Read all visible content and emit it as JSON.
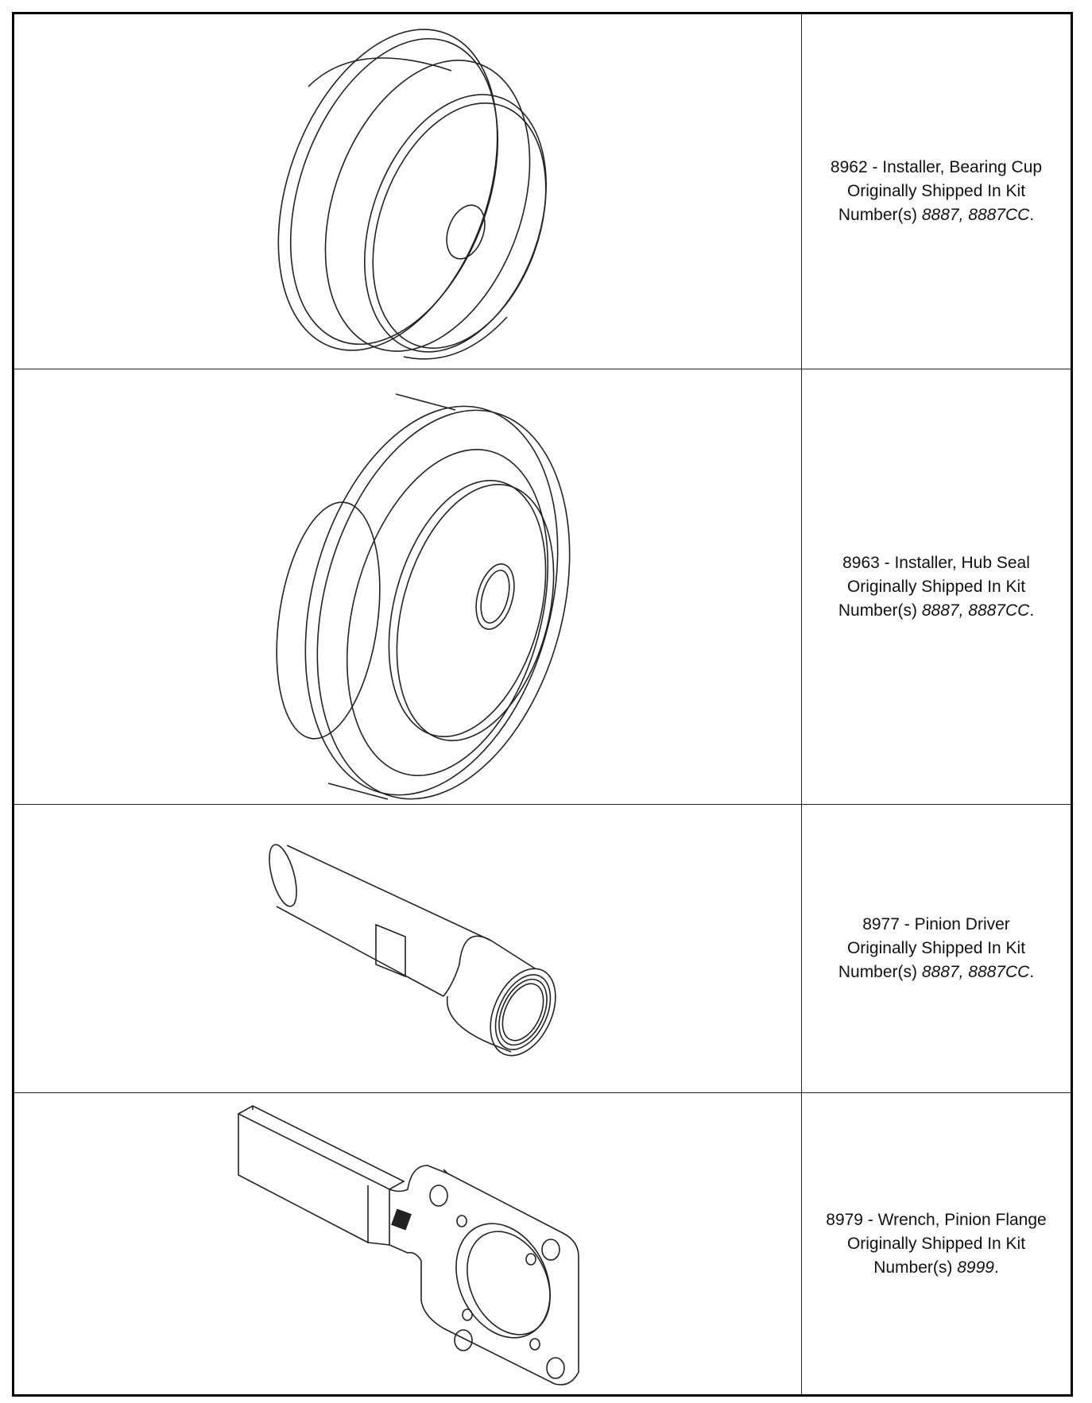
{
  "tools": [
    {
      "title": "8962 - Installer, Bearing Cup",
      "shipped_line": "Originally Shipped In Kit",
      "number_prefix": "Number(s)",
      "kit_numbers": "8887, 8887CC",
      "terminator": "."
    },
    {
      "title": "8963 - Installer, Hub Seal",
      "shipped_line": "Originally Shipped In Kit",
      "number_prefix": "Number(s)",
      "kit_numbers": "8887, 8887CC",
      "terminator": "."
    },
    {
      "title": "8977 - Pinion Driver",
      "shipped_line": "Originally Shipped In Kit",
      "number_prefix": "Number(s)",
      "kit_numbers": "8887, 8887CC",
      "terminator": "."
    },
    {
      "title": "8979 - Wrench, Pinion Flange",
      "shipped_line": "Originally Shipped In Kit",
      "number_prefix": "Number(s)",
      "kit_numbers": "8999",
      "terminator": "."
    }
  ]
}
